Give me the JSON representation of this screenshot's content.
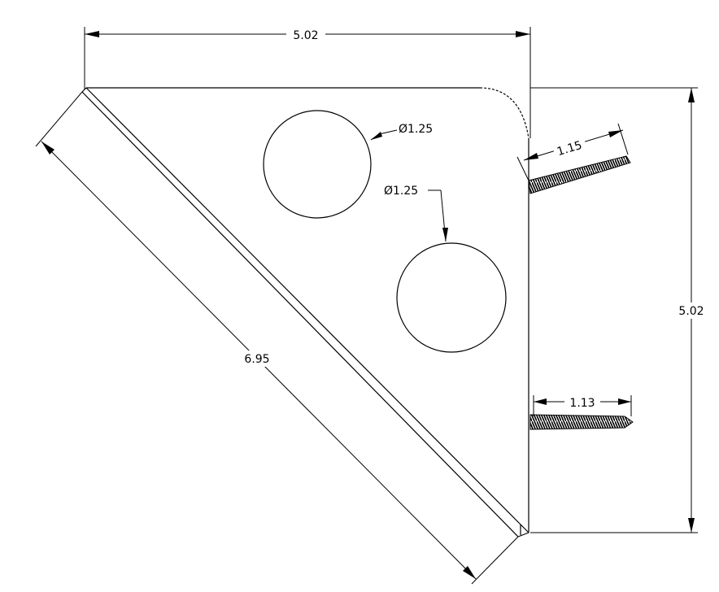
{
  "dimensions": {
    "top_width": "5.02",
    "right_height": "5.02",
    "diagonal": "6.95",
    "hole_upper_dia": "Ø1.25",
    "hole_lower_dia": "Ø1.25",
    "screw_upper_len": "1.15",
    "screw_lower_len": "1.13"
  },
  "colors": {
    "line": "#000000",
    "background": "#ffffff"
  }
}
